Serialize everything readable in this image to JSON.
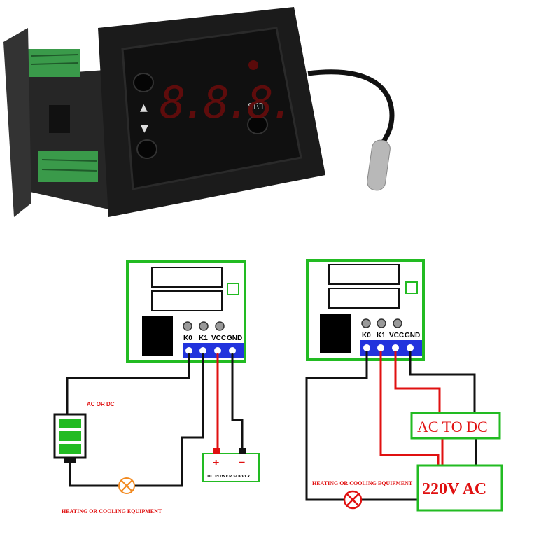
{
  "photo": {
    "display_digits": "8.8.8.",
    "set_label": "SET",
    "up_arrow": "▲",
    "down_arrow": "▼",
    "colors": {
      "housing": "#1a1a1a",
      "terminal_block": "#3a9a4a",
      "digit": "#7a1010",
      "probe": "#b8b8b8"
    }
  },
  "left_diagram": {
    "terminals": [
      "K0",
      "K1",
      "VCC",
      "GND"
    ],
    "supply_label": "AC OR DC",
    "dc_supply_label": "DC POWER SUPPLY",
    "plus_sign": "+",
    "minus_sign": "−",
    "load_label": "HEATING OR COOLING EQUIPMENT"
  },
  "right_diagram": {
    "terminals": [
      "K0",
      "K1",
      "VCC",
      "GND"
    ],
    "converter_label": "AC TO DC",
    "mains_label": "220V AC",
    "load_label": "HEATING OR COOLING EQUIPMENT"
  },
  "colors": {
    "board_border": "#22bb22",
    "terminal_block": "#2233dd",
    "wire_red": "#e01010",
    "wire_black": "#111111",
    "battery": "#22bb22",
    "label_red": "#e01010"
  }
}
